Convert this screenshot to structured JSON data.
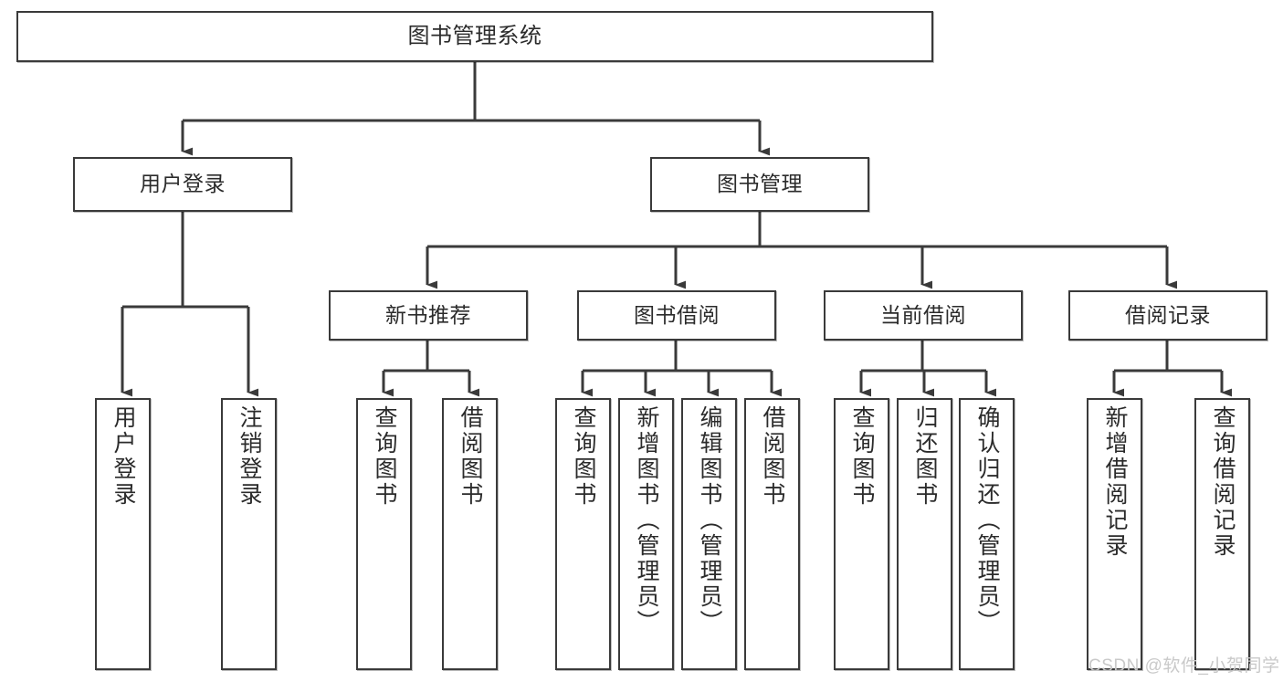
{
  "diagram": {
    "title": "图书管理系统",
    "type": "tree",
    "orientation": "top-down",
    "colors": {
      "background": "#ffffff",
      "node_border": "#3a3a3a",
      "node_fill": "#ffffff",
      "edge": "#3a3a3a",
      "text": "#2b2b2b",
      "watermark": "#c9c9c9"
    }
  },
  "nodes": {
    "root": {
      "label": "图书管理系统"
    },
    "level1": [
      {
        "id": "user-login",
        "label": "用户登录"
      },
      {
        "id": "book-manage",
        "label": "图书管理"
      }
    ],
    "level2": [
      {
        "id": "new-book-recommend",
        "label": "新书推荐"
      },
      {
        "id": "book-borrow",
        "label": "图书借阅"
      },
      {
        "id": "current-borrow",
        "label": "当前借阅"
      },
      {
        "id": "borrow-record",
        "label": "借阅记录"
      }
    ],
    "leaves": {
      "user_login": [
        {
          "id": "leaf-user-login",
          "label": "用户登录"
        },
        {
          "id": "leaf-logout-login",
          "label": "注销登录"
        }
      ],
      "new_book_recommend": [
        {
          "id": "leaf-query-book-1",
          "label": "查询图书"
        },
        {
          "id": "leaf-borrow-book-1",
          "label": "借阅图书"
        }
      ],
      "book_borrow": [
        {
          "id": "leaf-query-book-2",
          "label": "查询图书"
        },
        {
          "id": "leaf-add-book",
          "label": "新增图书（管理员）"
        },
        {
          "id": "leaf-edit-book",
          "label": "编辑图书（管理员）"
        },
        {
          "id": "leaf-borrow-book-2",
          "label": "借阅图书"
        }
      ],
      "current_borrow": [
        {
          "id": "leaf-query-book-3",
          "label": "查询图书"
        },
        {
          "id": "leaf-return-book",
          "label": "归还图书"
        },
        {
          "id": "leaf-confirm-return",
          "label": "确认归还（管理员）"
        }
      ],
      "borrow_record": [
        {
          "id": "leaf-add-record",
          "label": "新增借阅记录"
        },
        {
          "id": "leaf-query-record",
          "label": "查询借阅记录"
        }
      ]
    }
  },
  "watermark": {
    "text": "CSDN @软件_小贺同学"
  }
}
